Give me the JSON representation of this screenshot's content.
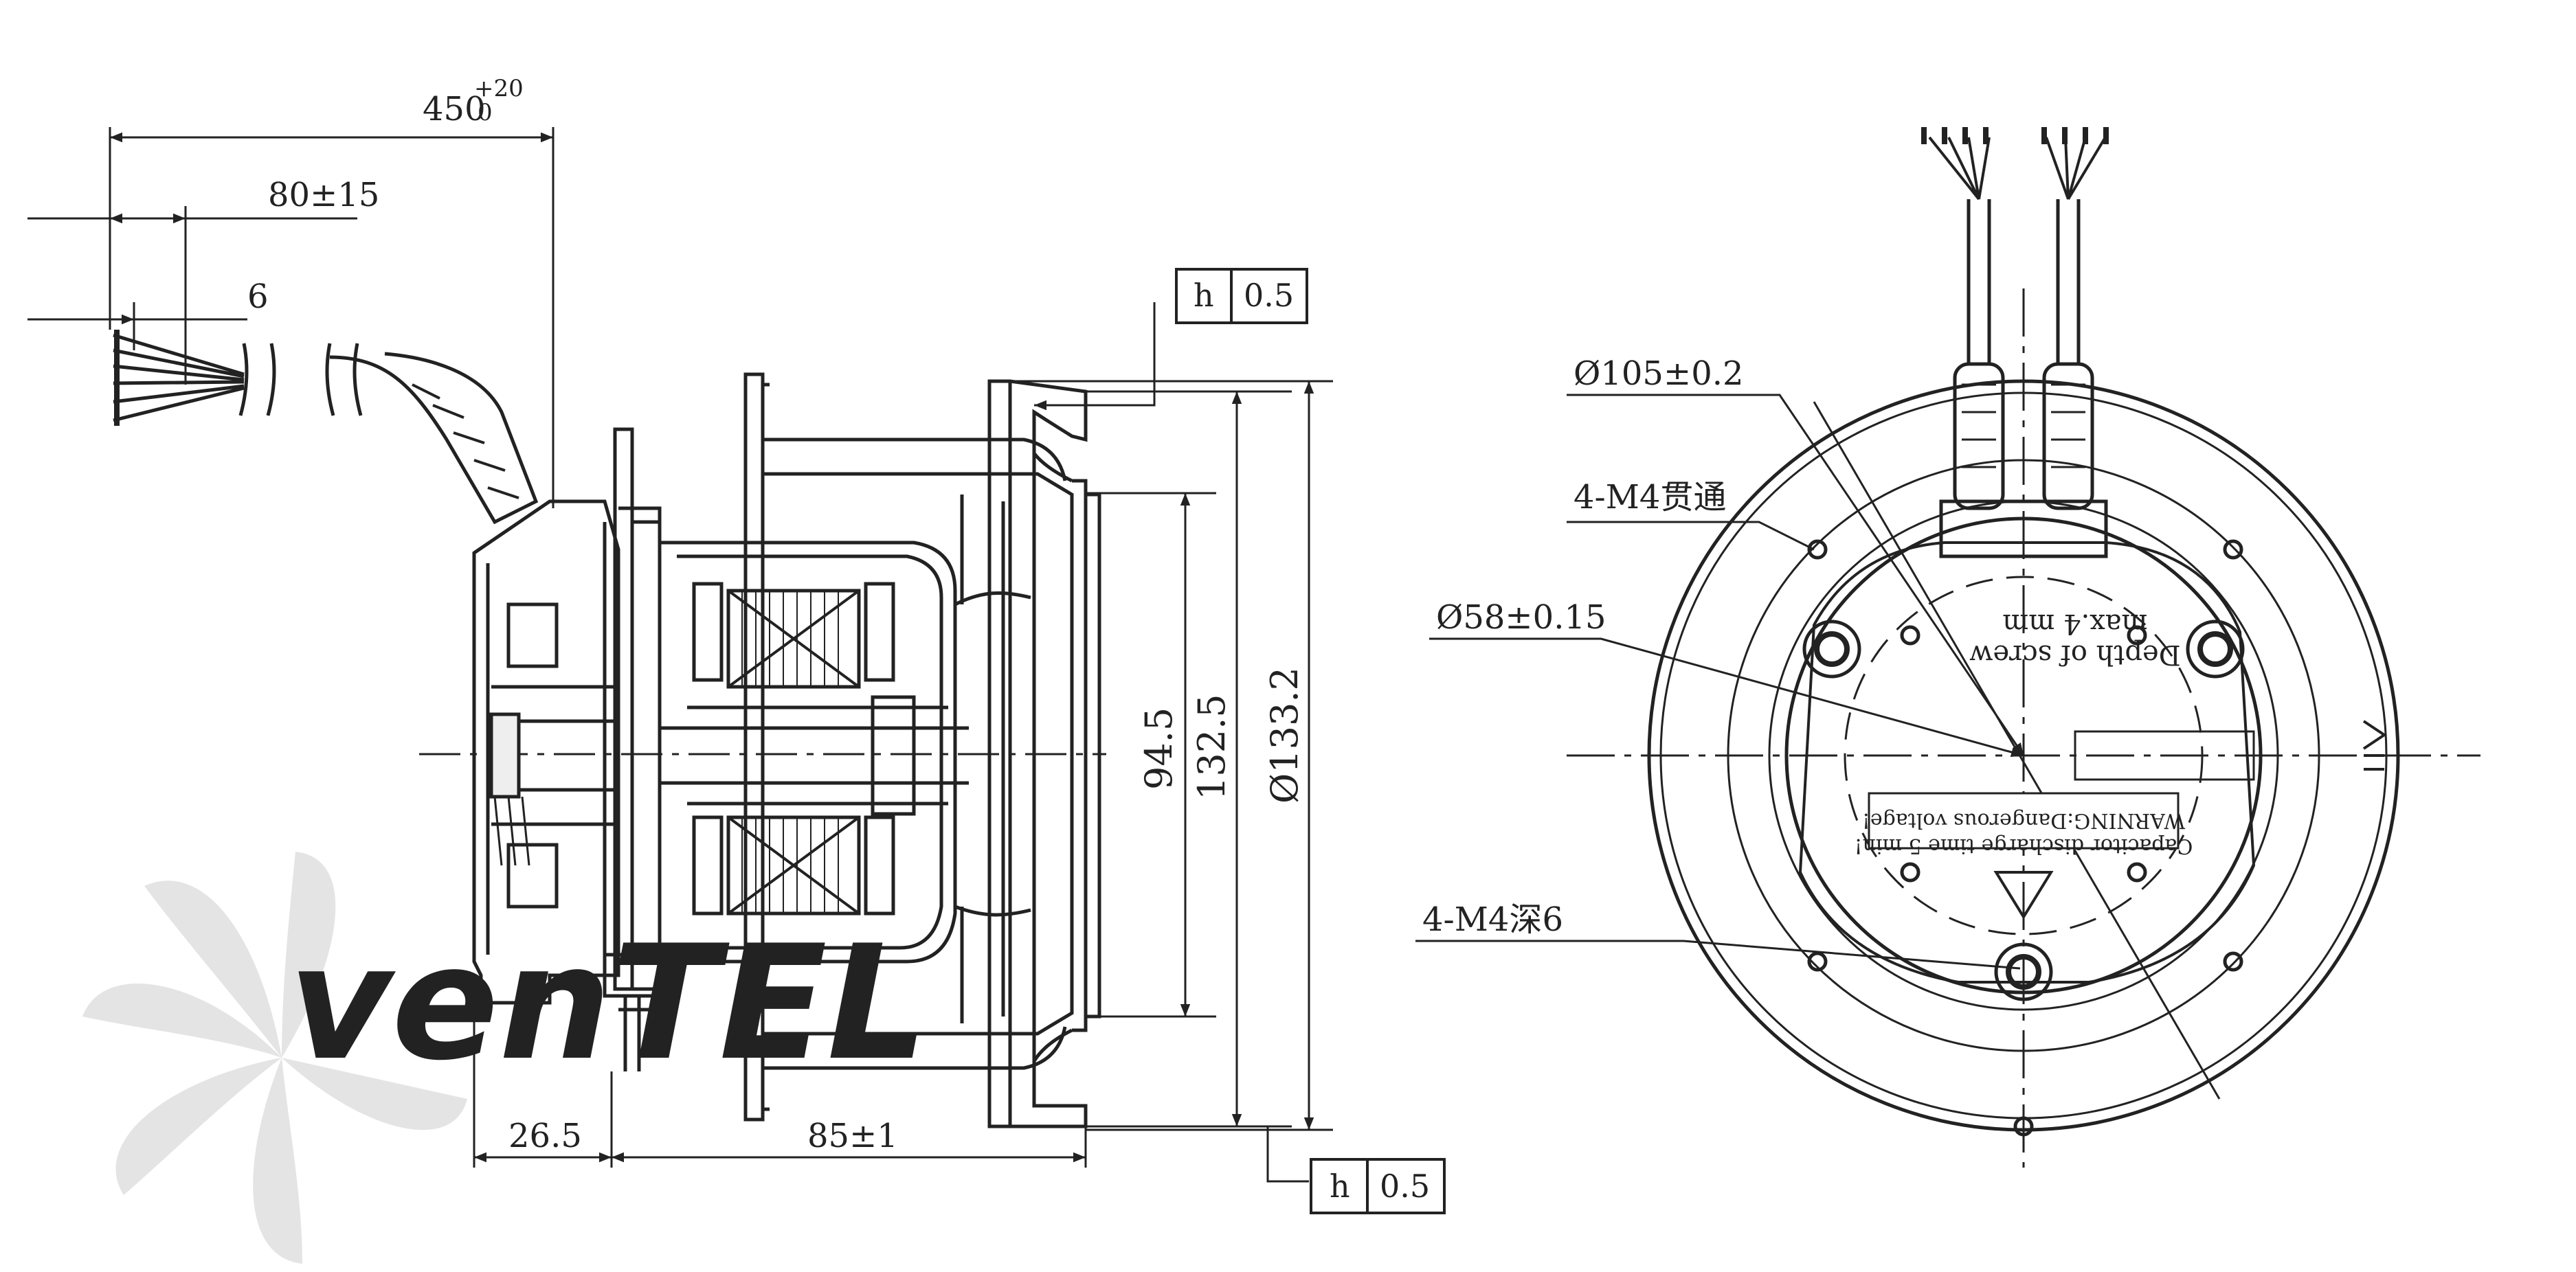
{
  "side_view": {
    "dims": {
      "cable_length": "450",
      "cable_tol_upper": "+20",
      "cable_tol_lower": "0",
      "strip_length": "80±15",
      "wire_end": "6",
      "inner_dia": "94.5",
      "mid_dia": "132.5",
      "outer_dia": "Ø133.2",
      "hub_offset": "26.5",
      "motor_length": "85±1"
    },
    "tol_box_top": {
      "symbol": "h",
      "value": "0.5"
    },
    "tol_box_bottom": {
      "symbol": "h",
      "value": "0.5"
    }
  },
  "rear_view": {
    "callouts": {
      "bolt_circle": "Ø105±0.2",
      "through_holes": "4-M4贯通",
      "hub_dia": "Ø58±0.15",
      "blind_holes": "4-M4深6"
    },
    "label_depth": [
      "Depth of screw",
      "max.4 mm"
    ],
    "label_warning": [
      "WARNING:Dangerous voltage!",
      "Capacitor discharge time 5 min!"
    ]
  },
  "watermark": {
    "text": "venTEL"
  },
  "colors": {
    "line": "#222222",
    "watermark_gray": "#d3d3d3",
    "watermark_blue": "#a9c8e6"
  }
}
